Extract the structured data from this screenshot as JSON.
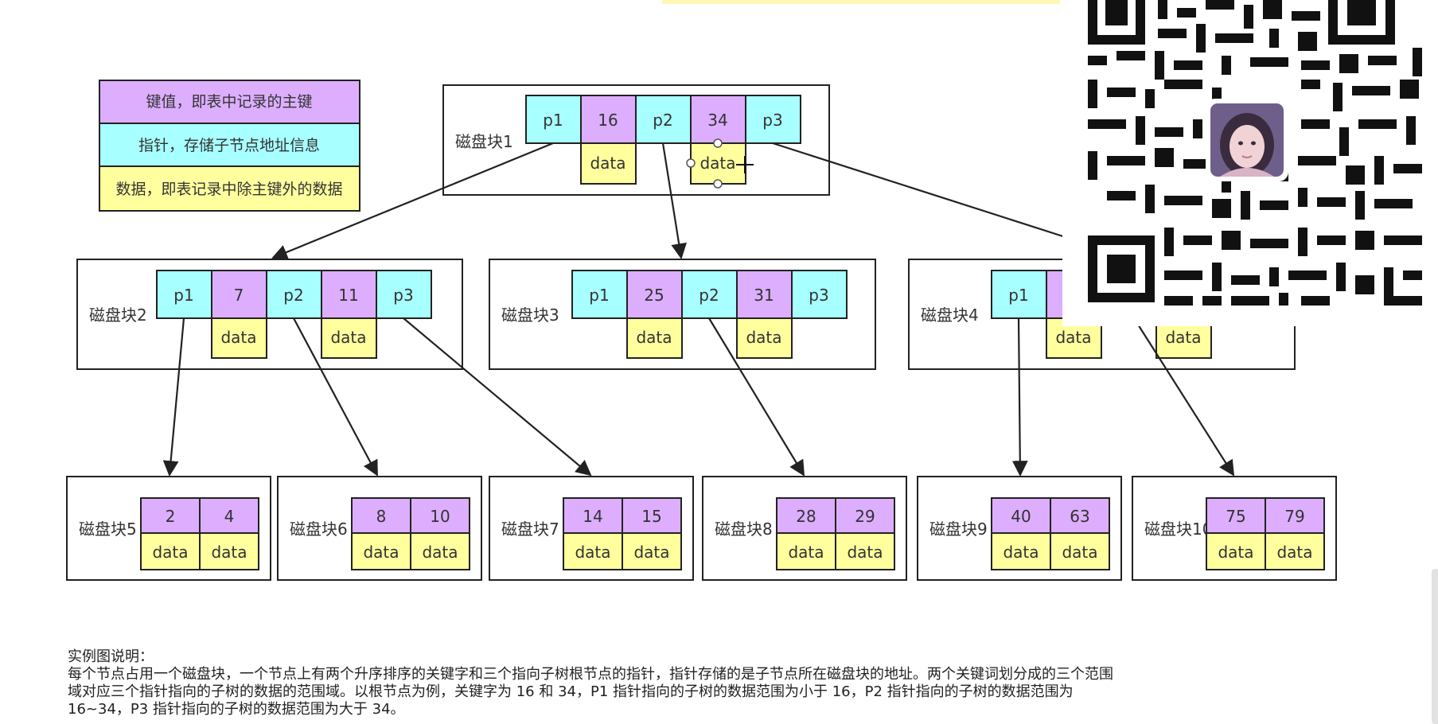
{
  "legend": {
    "key": "键值，即表中记录的主键",
    "pointer": "指针，存储子节点地址信息",
    "data": "数据，即表记录中除主键外的数据"
  },
  "colors": {
    "key": "#dcaefd",
    "pointer": "#a8ffff",
    "data": "#ffff9e",
    "stroke": "#222222"
  },
  "blocks": {
    "b1": {
      "label": "磁盘块1",
      "cells": [
        "p1",
        "16",
        "p2",
        "34",
        "p3"
      ],
      "data": [
        "data",
        "data"
      ]
    },
    "b2": {
      "label": "磁盘块2",
      "cells": [
        "p1",
        "7",
        "p2",
        "11",
        "p3"
      ],
      "data": [
        "data",
        "data"
      ]
    },
    "b3": {
      "label": "磁盘块3",
      "cells": [
        "p1",
        "25",
        "p2",
        "31",
        "p3"
      ],
      "data": [
        "data",
        "data"
      ]
    },
    "b4": {
      "label": "磁盘块4",
      "cells": [
        "p1"
      ],
      "data": [
        "data",
        "data"
      ]
    },
    "b5": {
      "label": "磁盘块5",
      "keys": [
        "2",
        "4"
      ],
      "data": [
        "data",
        "data"
      ]
    },
    "b6": {
      "label": "磁盘块6",
      "keys": [
        "8",
        "10"
      ],
      "data": [
        "data",
        "data"
      ]
    },
    "b7": {
      "label": "磁盘块7",
      "keys": [
        "14",
        "15"
      ],
      "data": [
        "data",
        "data"
      ]
    },
    "b8": {
      "label": "磁盘块8",
      "keys": [
        "28",
        "29"
      ],
      "data": [
        "data",
        "data"
      ]
    },
    "b9": {
      "label": "磁盘块9",
      "keys": [
        "40",
        "63"
      ],
      "data": [
        "data",
        "data"
      ]
    },
    "b10": {
      "label": "磁盘块10",
      "keys": [
        "75",
        "79"
      ],
      "data": [
        "data",
        "data"
      ]
    }
  },
  "description": {
    "title": "实例图说明：",
    "line1": "每个节点占用一个磁盘块，一个节点上有两个升序排序的关键字和三个指向子树根节点的指针，指针存储的是子节点所在磁盘块的地址。两个关键词划分成的三个范围",
    "line2": "域对应三个指针指向的子树的数据的范围域。以根节点为例，关键字为 16 和 34，P1 指针指向的子树的数据范围为小于 16，P2 指针指向的子树的数据范围为",
    "line3": "16~34，P3 指针指向的子树的数据范围为大于 34。"
  },
  "overlay": {
    "qr_icon": "qr-code-icon",
    "avatar_icon": "avatar-photo-icon"
  }
}
